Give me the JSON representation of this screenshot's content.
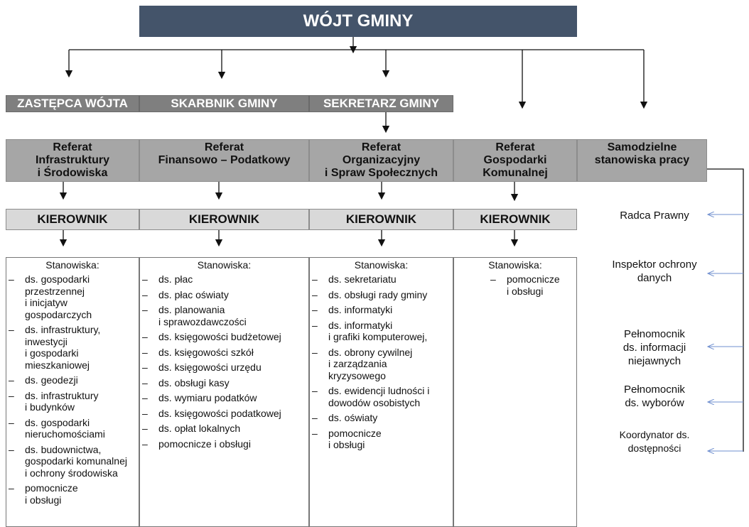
{
  "head": "WÓJT GMINY",
  "roles": [
    "ZASTĘPCA WÓJTA",
    "SKARBNIK GMINY",
    "SEKRETARZ GMINY"
  ],
  "departments": [
    "Referat\nInfrastruktury\ni Środowiska",
    "Referat\nFinansowo – Podatkowy",
    "Referat\nOrganizacyjny\ni Spraw Społecznych",
    "Referat\nGospodarki\nKomunalnej",
    "Samodzielne\nstanowiska pracy"
  ],
  "manager_label": "KIEROWNIK",
  "positions_header": "Stanowiska:",
  "columns": [
    {
      "items": [
        "ds. gospodarki\nprzestrzennej\ni inicjatyw\ngospodarczych",
        "ds. infrastruktury,\ninwestycji\ni gospodarki\nmieszkaniowej",
        "ds. geodezji",
        "ds. infrastruktury\ni budynków",
        "ds. gospodarki\nnieruchomościami",
        "ds. budownictwa,\ngospodarki komunalnej\ni ochrony środowiska",
        "pomocnicze\ni obsługi"
      ]
    },
    {
      "items": [
        "ds. płac",
        "ds. płac oświaty",
        "ds. planowania\ni sprawozdawczości",
        "ds. księgowości budżetowej",
        "ds. księgowości szkół",
        "ds. księgowości urzędu",
        "ds. obsługi kasy",
        "ds. wymiaru podatków",
        "ds. księgowości podatkowej",
        "ds. opłat lokalnych",
        "pomocnicze i obsługi"
      ]
    },
    {
      "items": [
        "ds. sekretariatu",
        "ds. obsługi rady gminy",
        "ds. informatyki",
        "ds. informatyki\ni grafiki komputerowej,",
        "ds. obrony cywilnej\ni zarządzania\nkryzysowego",
        "ds. ewidencji ludności i\ndowodów osobistych",
        "ds. oświaty",
        "pomocnicze\ni obsługi"
      ]
    },
    {
      "items": [
        "pomocnicze\ni obsługi"
      ]
    }
  ],
  "independent_positions": [
    "Radca Prawny",
    "Inspektor ochrony\ndanych",
    "Pełnomocnik\nds. informacji\nniejawnych",
    "Pełnomocnik\nds. wyborów",
    "Koordynator ds.\ndostępności"
  ]
}
